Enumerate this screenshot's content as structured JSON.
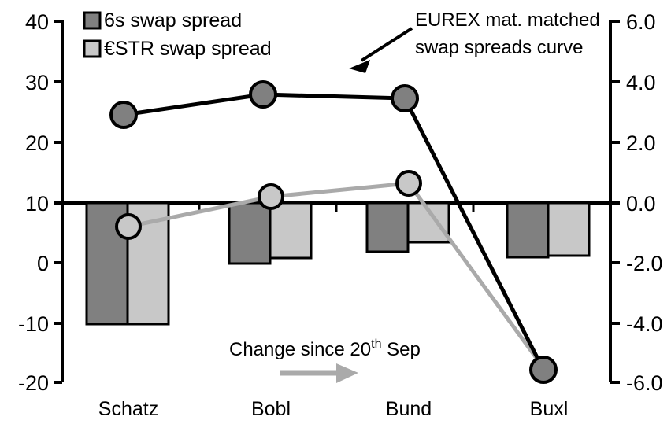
{
  "chart_data": {
    "type": "bar",
    "title": "",
    "categories": [
      "Schatz",
      "Bobl",
      "Bund",
      "Buxl"
    ],
    "xlabel": "",
    "left_axis": {
      "label": "",
      "ticks": [
        "40",
        "30",
        "20",
        "10",
        "0",
        "-10",
        "-20"
      ],
      "ylim": [
        -20,
        40
      ],
      "step": 10
    },
    "right_axis": {
      "label": "",
      "ticks": [
        "6.0",
        "4.0",
        "2.0",
        "0.0",
        "-2.0",
        "-4.0",
        "-6.0"
      ],
      "ylim": [
        -6.0,
        6.0
      ],
      "step": 2.0
    },
    "grid": false,
    "legend_position": "top-left",
    "series": [
      {
        "name": "6s swap spread",
        "type": "bar",
        "axis": "right",
        "color": "#808080",
        "values": [
          -4.15,
          -2.0,
          -1.6,
          -1.8
        ]
      },
      {
        "name": "€STR swap spread",
        "type": "bar",
        "axis": "right",
        "color": "#c8c8c8",
        "values": [
          -4.15,
          -1.82,
          -1.3,
          -1.75
        ]
      },
      {
        "name": "EUREX mat. matched swap spreads curve",
        "type": "line",
        "axis": "left",
        "color": "#000000",
        "marker_fill": "#808080",
        "values": [
          24.5,
          28.0,
          27.3,
          -18.0
        ]
      },
      {
        "name": "Change since 20th Sep",
        "type": "line",
        "axis": "left",
        "color": "#aaaaaa",
        "marker_fill": "#c8c8c8",
        "values": [
          6.1,
          10.5,
          12.8,
          -18.6
        ]
      }
    ]
  },
  "legend": {
    "items": [
      {
        "label": "6s swap spread",
        "color": "#808080"
      },
      {
        "label": "€STR swap spread",
        "color": "#c8c8c8"
      }
    ]
  },
  "annotations": {
    "curve_note": {
      "line1": "EUREX mat. matched",
      "line2": "swap spreads curve"
    },
    "change_note": {
      "prefix": "Change since 20",
      "sup": "th",
      "suffix": " Sep"
    }
  },
  "axis_left_ticks": [
    "40",
    "30",
    "20",
    "10",
    "0",
    "-10",
    "-20"
  ],
  "axis_right_ticks": [
    "6.0",
    "4.0",
    "2.0",
    "0.0",
    "-2.0",
    "-4.0",
    "-6.0"
  ],
  "categories": [
    "Schatz",
    "Bobl",
    "Bund",
    "Buxl"
  ]
}
